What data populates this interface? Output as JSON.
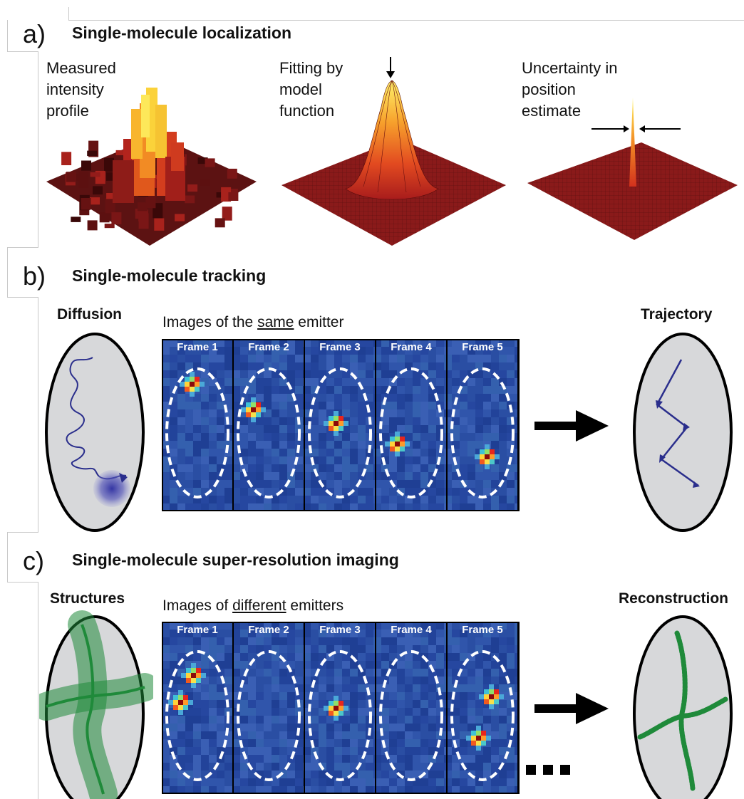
{
  "panel_a": {
    "letter": "a)",
    "title": "Single-molecule localization",
    "step1": "Measured\nintensity\nprofile",
    "step2": "Fitting by\nmodel\nfunction",
    "step3": "Uncertainty in\nposition\nestimate"
  },
  "panel_b": {
    "letter": "b)",
    "title": "Single-molecule tracking",
    "left_title": "Diffusion",
    "images_prefix": "Images of the ",
    "images_emph": "same",
    "images_suffix": " emitter",
    "frames": [
      "Frame 1",
      "Frame 2",
      "Frame 3",
      "Frame 4",
      "Frame 5"
    ],
    "right_title": "Trajectory"
  },
  "panel_c": {
    "letter": "c)",
    "title": "Single-molecule super-resolution imaging",
    "left_title": "Structures",
    "images_prefix": "Images of ",
    "images_emph": "different",
    "images_suffix": " emitters",
    "frames": [
      "Frame 1",
      "Frame 2",
      "Frame 3",
      "Frame 4",
      "Frame 5"
    ],
    "ellipsis": "...",
    "right_title": "Reconstruction"
  },
  "colors": {
    "frame_background": "#2d4fa3",
    "spot_core": "#8a0a0a",
    "trajectory": "#2a2e8c",
    "structure": "#1f8a3a",
    "cell_fill": "#d7d8da"
  }
}
